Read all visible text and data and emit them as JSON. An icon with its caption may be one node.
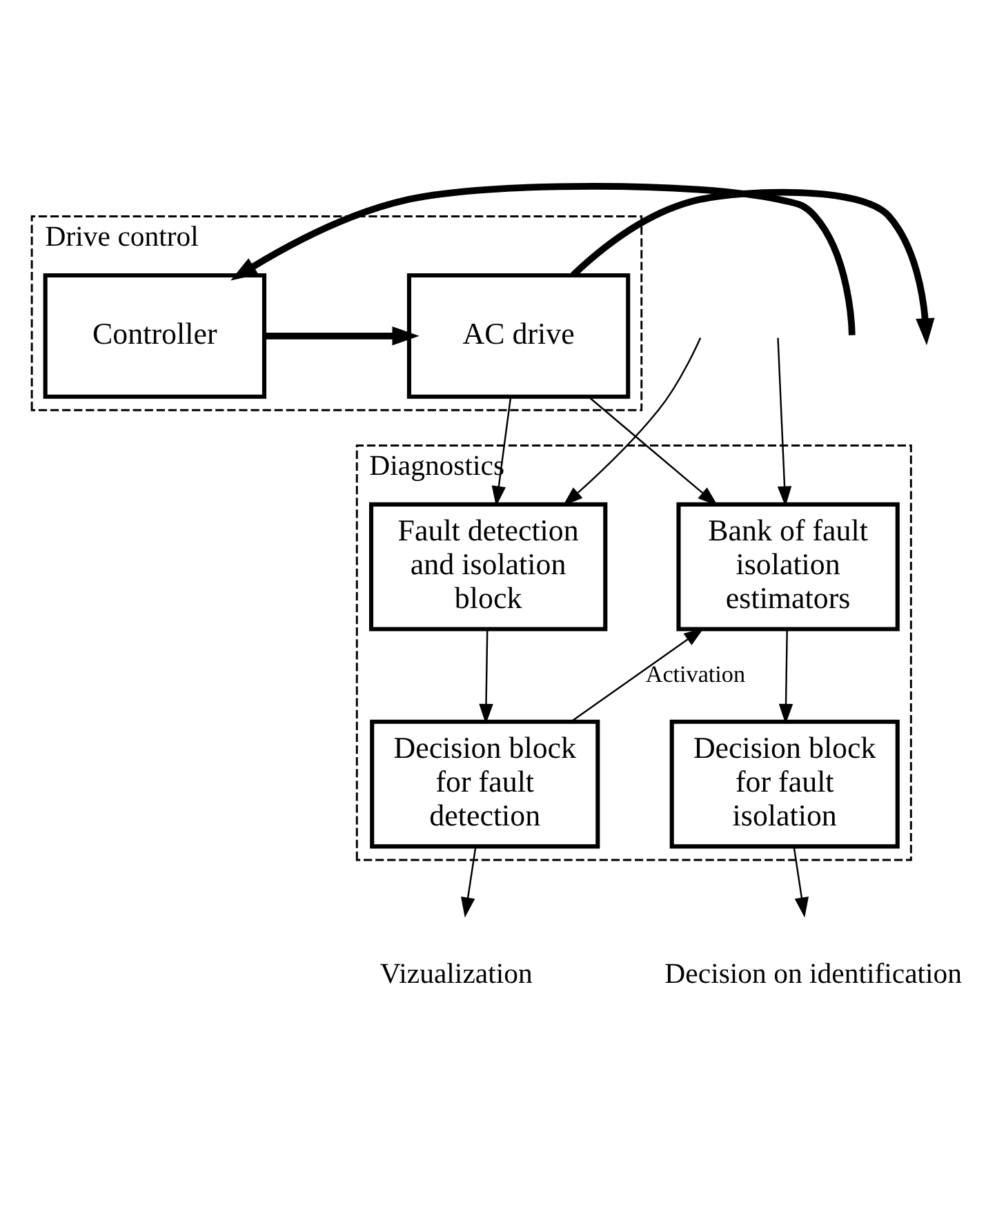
{
  "diagram": {
    "nodes": [
      {
        "text": [
          "Drive control"
        ]
      },
      {
        "text": [
          "Controller"
        ],
        "in": 0
      },
      {
        "text": [
          "AC drive"
        ],
        "in": 0
      },
      {
        "text": [
          "Diagnostics"
        ]
      },
      {
        "text": [
          "Fault detection and isolation block"
        ],
        "in": 3
      },
      {
        "text": [
          "Bank of fault isolation estimators"
        ],
        "in": 3
      },
      {
        "text": [
          "Decision block for fault detection"
        ],
        "in": 3
      },
      {
        "text": [
          "Decision block for fault isolation"
        ],
        "in": 3
      },
      {
        "text": [
          "Vizualization"
        ]
      },
      {
        "text": [
          "Decision on identification"
        ]
      }
    ],
    "edges": [
      {
        "from": null,
        "to": 1,
        "arrow": "to",
        "style": "thick"
      },
      {
        "from": 1,
        "to": 2,
        "arrow": "to",
        "style": "thick"
      },
      {
        "from": 2,
        "to": null,
        "arrow": "to",
        "style": "thick"
      },
      {
        "from": null,
        "to": 4,
        "arrow": "to"
      },
      {
        "from": null,
        "to": 5,
        "arrow": "to"
      },
      {
        "from": 2,
        "to": 4,
        "arrow": "to"
      },
      {
        "from": 2,
        "to": 5,
        "arrow": "to"
      },
      {
        "from": 4,
        "to": 6,
        "arrow": "to"
      },
      {
        "from": 6,
        "to": 5,
        "arrow": "to",
        "label": "Activation"
      },
      {
        "from": 5,
        "to": 7,
        "arrow": "to"
      },
      {
        "from": 6,
        "to": 8,
        "arrow": "to"
      },
      {
        "from": 7,
        "to": 9,
        "arrow": "to"
      }
    ]
  }
}
